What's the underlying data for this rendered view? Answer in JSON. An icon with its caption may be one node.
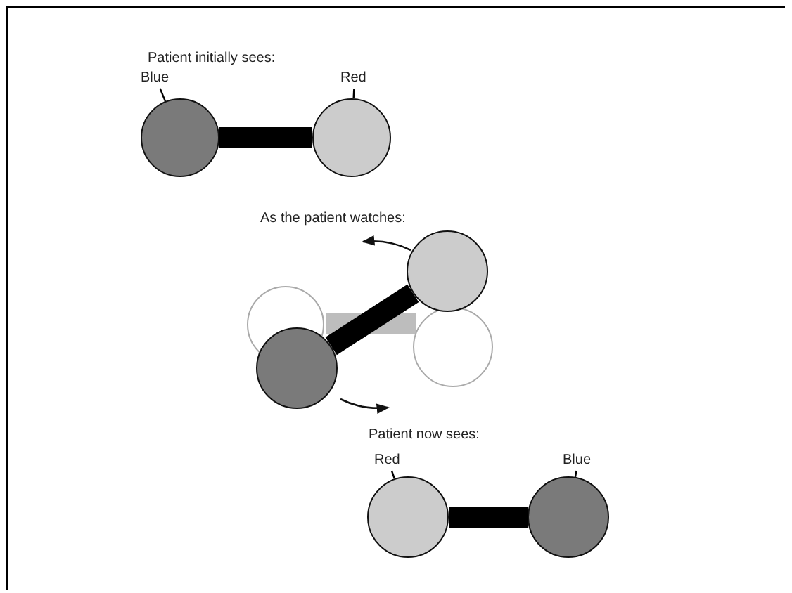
{
  "diagram": {
    "nodes": [
      {
        "text": [
          "Blue"
        ]
      },
      {
        "text": [],
        "shape": "circle"
      },
      {
        "text": [
          "Red"
        ]
      },
      {
        "text": [],
        "shape": "circle"
      },
      {
        "text": [],
        "shape": "circle"
      },
      {
        "text": [],
        "shape": "circle"
      },
      {
        "text": [
          "Red"
        ]
      },
      {
        "text": [],
        "shape": "circle"
      },
      {
        "text": [
          "Blue"
        ]
      },
      {
        "text": [],
        "shape": "circle"
      }
    ],
    "edges": [
      {
        "from": 0,
        "to": 1,
        "arrow": "none"
      },
      {
        "from": 2,
        "to": 3,
        "arrow": "none"
      },
      {
        "from": 1,
        "to": 3,
        "arrow": "none",
        "style": "thick"
      },
      {
        "from": 4,
        "to": 5,
        "arrow": "none",
        "style": "thick"
      },
      {
        "from": 6,
        "to": 7,
        "arrow": "none"
      },
      {
        "from": 8,
        "to": 9,
        "arrow": "none"
      },
      {
        "from": 7,
        "to": 9,
        "arrow": "none",
        "style": "thick"
      }
    ],
    "labels": [
      "Patient initially sees:",
      "As the patient watches:",
      "Patient now sees:"
    ]
  }
}
